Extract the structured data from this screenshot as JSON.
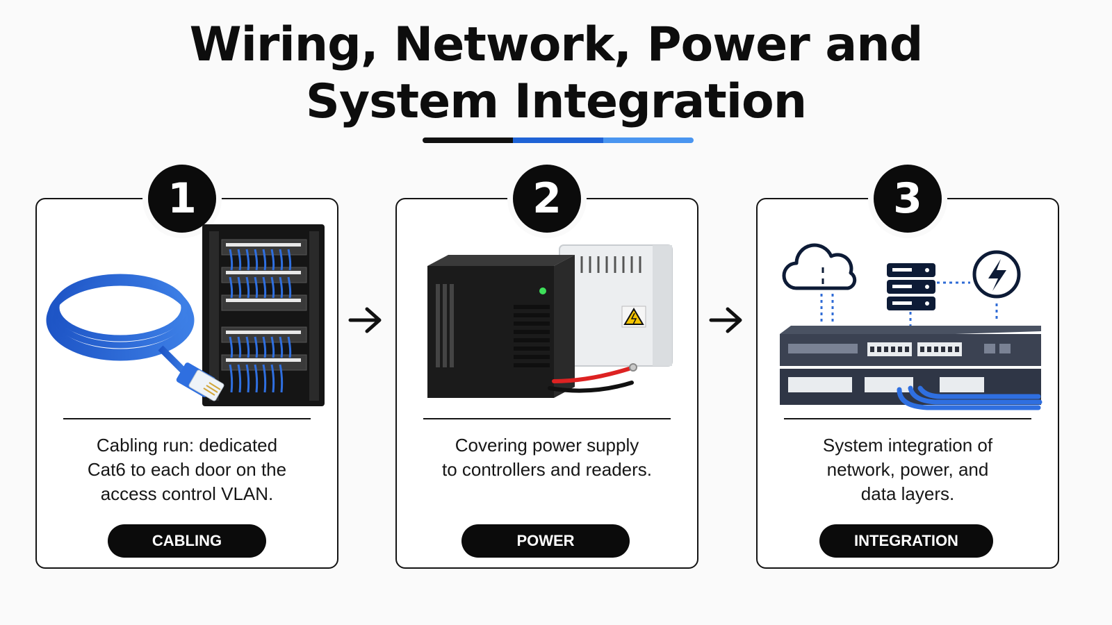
{
  "title": {
    "line1": "Wiring, Network, Power and",
    "line2": "System Integration"
  },
  "underline_colors": [
    "#111111",
    "#1f63d6",
    "#4a95f0"
  ],
  "accent_color": "#2f6bd6",
  "steps": [
    {
      "number": "1",
      "icon": "cable-and-patch-panel",
      "description": [
        "Cabling run: dedicated",
        "Cat6 to each door on the",
        "access control VLAN."
      ],
      "label": "CABLING"
    },
    {
      "number": "2",
      "icon": "power-supply-units",
      "description": [
        "Covering power supply",
        "to controllers and readers."
      ],
      "label": "POWER"
    },
    {
      "number": "3",
      "icon": "network-switch-integration",
      "description": [
        "System integration of",
        "network, power, and",
        "data layers."
      ],
      "label": "INTEGRATION"
    }
  ],
  "arrows": [
    "arrow-right-icon",
    "arrow-right-icon"
  ]
}
